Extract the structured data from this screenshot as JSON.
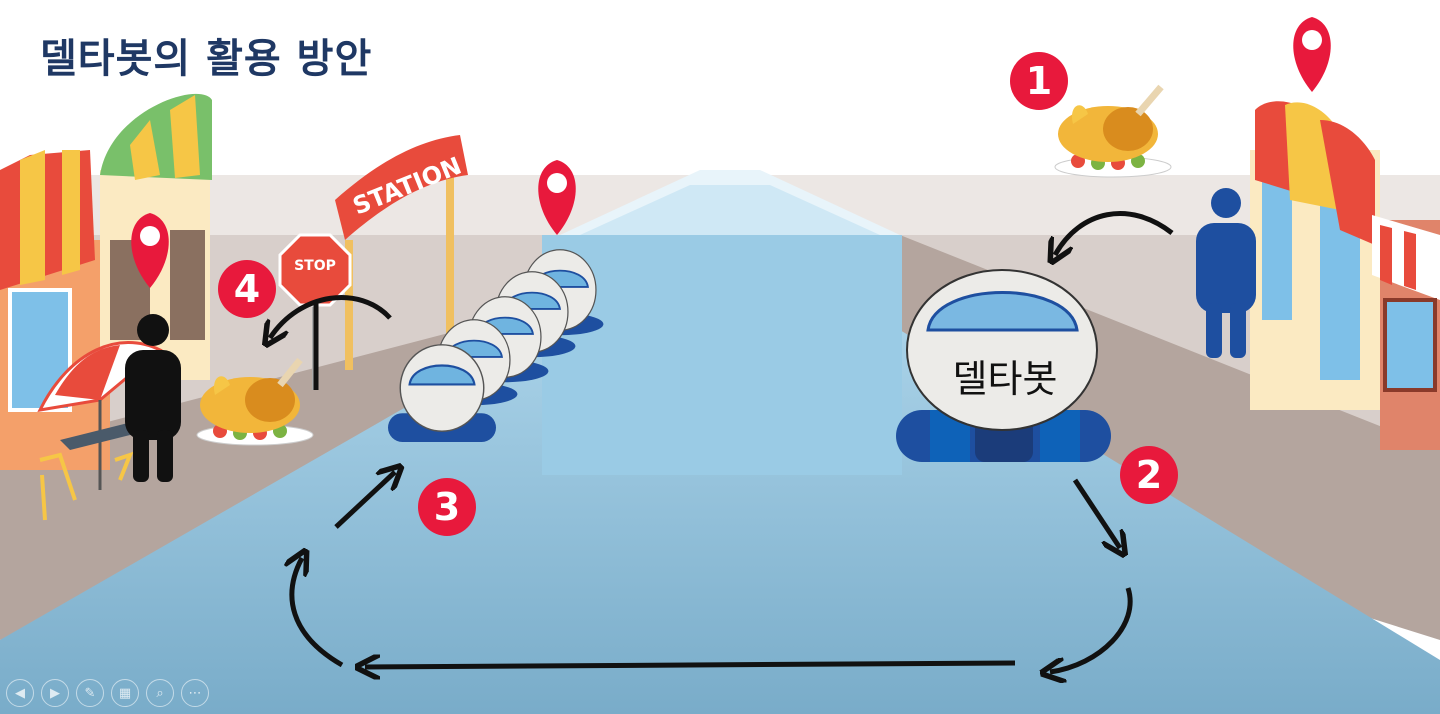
{
  "slide": {
    "title": "델타봇의 활용 방안",
    "robot_label": "델타봇",
    "station_sign": "STATION",
    "stop_sign": "STOP",
    "steps": [
      "1",
      "2",
      "3",
      "4"
    ]
  },
  "controls": {
    "prev": "◀",
    "next": "▶",
    "pen": "✎",
    "slides": "▦",
    "zoom": "⌕",
    "more": "⋯"
  },
  "icons": [
    "location-pin-icon",
    "roast-chicken-icon",
    "person-icon",
    "robot-icon",
    "stop-sign-icon",
    "station-sign-icon",
    "arrow-icon"
  ],
  "colors": {
    "title": "#1f3864",
    "step_badge": "#e8193c",
    "pin": "#e8193c",
    "road": "#7fb6d2",
    "robot_dome": "#6fb4e0",
    "robot_base": "#1e4fa0",
    "person_blue": "#1e4fa0"
  }
}
